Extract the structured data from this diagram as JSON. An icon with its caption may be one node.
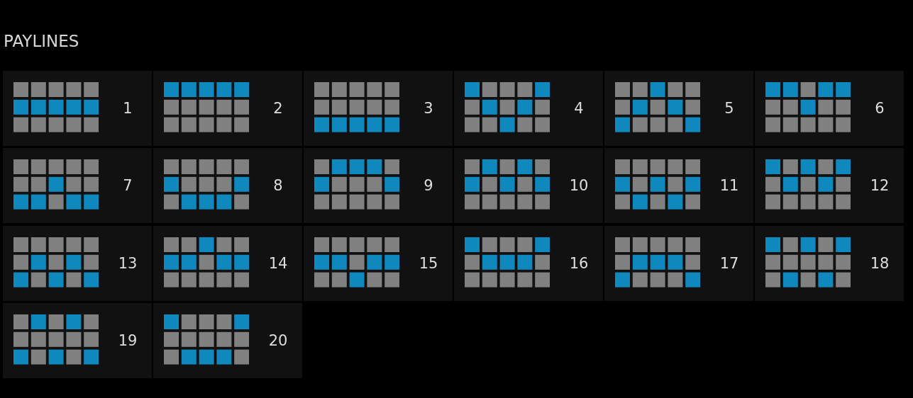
{
  "diagram": {
    "title": "PAYLINES",
    "nodes": [
      {
        "text": [
          "1"
        ]
      },
      {
        "text": [
          "2"
        ]
      },
      {
        "text": [
          "3"
        ]
      },
      {
        "text": [
          "4"
        ]
      },
      {
        "text": [
          "5"
        ]
      },
      {
        "text": [
          "6"
        ]
      },
      {
        "text": [
          "7"
        ]
      },
      {
        "text": [
          "8"
        ]
      },
      {
        "text": [
          "9"
        ]
      },
      {
        "text": [
          "10"
        ]
      },
      {
        "text": [
          "11"
        ]
      },
      {
        "text": [
          "12"
        ]
      },
      {
        "text": [
          "13"
        ]
      },
      {
        "text": [
          "14"
        ]
      },
      {
        "text": [
          "15"
        ]
      },
      {
        "text": [
          "16"
        ]
      },
      {
        "text": [
          "17"
        ]
      },
      {
        "text": [
          "18"
        ]
      },
      {
        "text": [
          "19"
        ]
      },
      {
        "text": [
          "20"
        ]
      }
    ],
    "edges": []
  }
}
